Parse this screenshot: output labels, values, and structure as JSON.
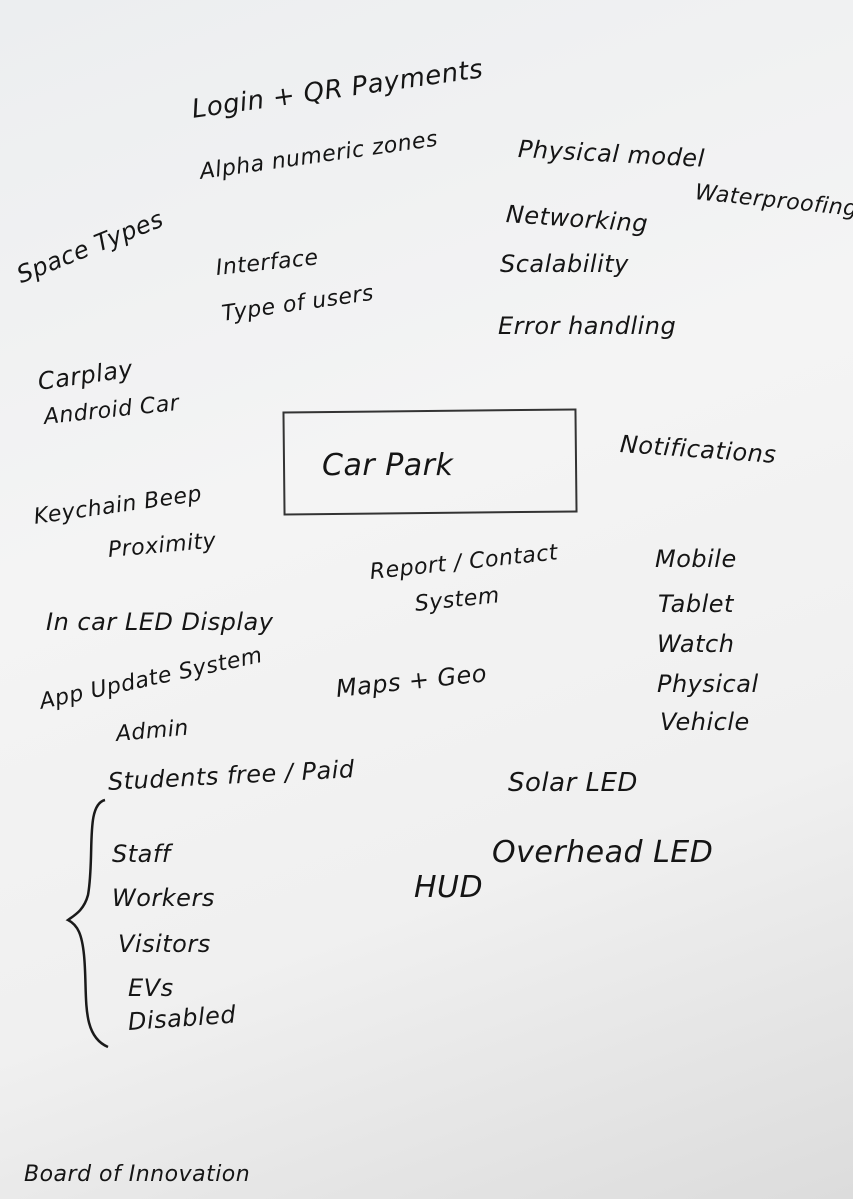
{
  "center": "Car Park",
  "topics": {
    "login_qr": "Login + QR Payments",
    "alpha_zones": "Alpha numeric zones",
    "space_types": "Space Types",
    "interface": "Interface",
    "type_of_users": "Type of users",
    "physical_model": "Physical model",
    "waterproofing": "Waterproofing",
    "networking": "Networking",
    "scalability": "Scalability",
    "error_handling": "Error handling",
    "carplay": "Carplay",
    "android_car": "Android Car",
    "notifications": "Notifications",
    "keychain_beep": "Keychain Beep",
    "proximity": "Proximity",
    "report_contact": "Report / Contact",
    "system": "System",
    "in_car_led": "In car LED Display",
    "app_update": "App Update System",
    "admin": "Admin",
    "maps_geo": "Maps + Geo",
    "solar_led": "Solar LED",
    "overhead_led": "Overhead LED",
    "hud": "HUD"
  },
  "devices": [
    "Mobile",
    "Tablet",
    "Watch",
    "Physical",
    "Vehicle"
  ],
  "user_types": [
    "Students free / Paid",
    "Staff",
    "Workers",
    "Visitors",
    "EVs",
    "Disabled"
  ],
  "footer": "Board of Innovation"
}
